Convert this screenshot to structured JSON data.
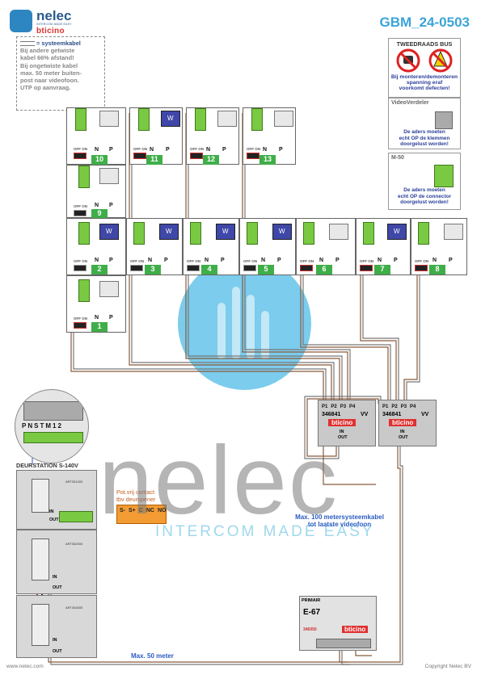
{
  "header": {
    "logo_name": "nelec",
    "logo_tagline": "INTERCOM MADE EASY",
    "logo_brand": "bticino",
    "doc_id": "GBM_24-0503"
  },
  "legend": {
    "line1": "systeemkabel",
    "line2": "Bij andere getwiste",
    "line3": "kabel 66% afstand!",
    "line4": "Bij ongetwiste kabel",
    "line5": "max. 50 meter buiten-",
    "line6": "post naar videofoon.",
    "line7": "UTP op aanvraag."
  },
  "warning": {
    "title": "TWEEDRAADS BUS",
    "line1": "Bij monteren/demonteren",
    "line2": "spanning eraf",
    "line3": "voorkomt defecten!"
  },
  "video_splitter": {
    "title": "VideoVerdeler",
    "line1": "De aders moeten",
    "line2": "echt OP de klemmen",
    "line3": "doorgelust worden!"
  },
  "m50": {
    "title": "M-50",
    "line1": "De aders moeten",
    "line2": "echt OP de connector",
    "line3": "doorgelust worden!"
  },
  "monitor_labels": {
    "n": "N",
    "p": "P",
    "offon": "OFF ON",
    "screen_w": "W"
  },
  "monitors_row1": [
    "10",
    "11",
    "12",
    "13"
  ],
  "monitor_row2": "9",
  "monitors_row3": [
    "2",
    "3",
    "4",
    "5",
    "6",
    "7",
    "8"
  ],
  "monitor_row4": "1",
  "distributors": [
    {
      "model": "346841",
      "pins": [
        "P1",
        "P2",
        "P3",
        "P4"
      ],
      "vv": "VV",
      "in": "IN",
      "out": "OUT",
      "brand": "bticino"
    },
    {
      "model": "346841",
      "pins": [
        "P1",
        "P2",
        "P3",
        "P4"
      ],
      "vv": "VV",
      "in": "IN",
      "out": "OUT",
      "brand": "bticino"
    }
  ],
  "door_station": {
    "title": "DEURSTATION S-140V",
    "module_in": "IN",
    "module_out": "OUT",
    "art1": "ART351000",
    "art2": "ART352000",
    "art3": "ART353000"
  },
  "zoom_terminals": [
    "P",
    "N",
    "S",
    "T",
    "M",
    "1",
    "2"
  ],
  "relay": {
    "title_line1": "Pot.vrij contact",
    "title_line2": "tbv deuropener",
    "terminals": [
      "S-",
      "S+",
      "C",
      "NC",
      "NO"
    ]
  },
  "notes": {
    "max100_line1": "Max. 100 metersysteemkabel",
    "max100_line2": "tot laatste videofoon",
    "max50": "Max. 50 meter"
  },
  "psu": {
    "primair": "PRIMAIR",
    "model": "E-67",
    "art": "346050",
    "brand": "bticino"
  },
  "footer": {
    "left": "www.nelec.com",
    "right": "Copyright Nelec BV"
  },
  "watermark": {
    "word": "nelec",
    "tagline": "INTERCOM MADE EASY"
  },
  "colors": {
    "accent_blue": "#3aa4d8",
    "brand_red": "#e03030",
    "num_green": "#3fae49",
    "wire_brown": "#8a5a3a",
    "wire_grey": "#777777",
    "relay_orange": "#f39c34"
  }
}
